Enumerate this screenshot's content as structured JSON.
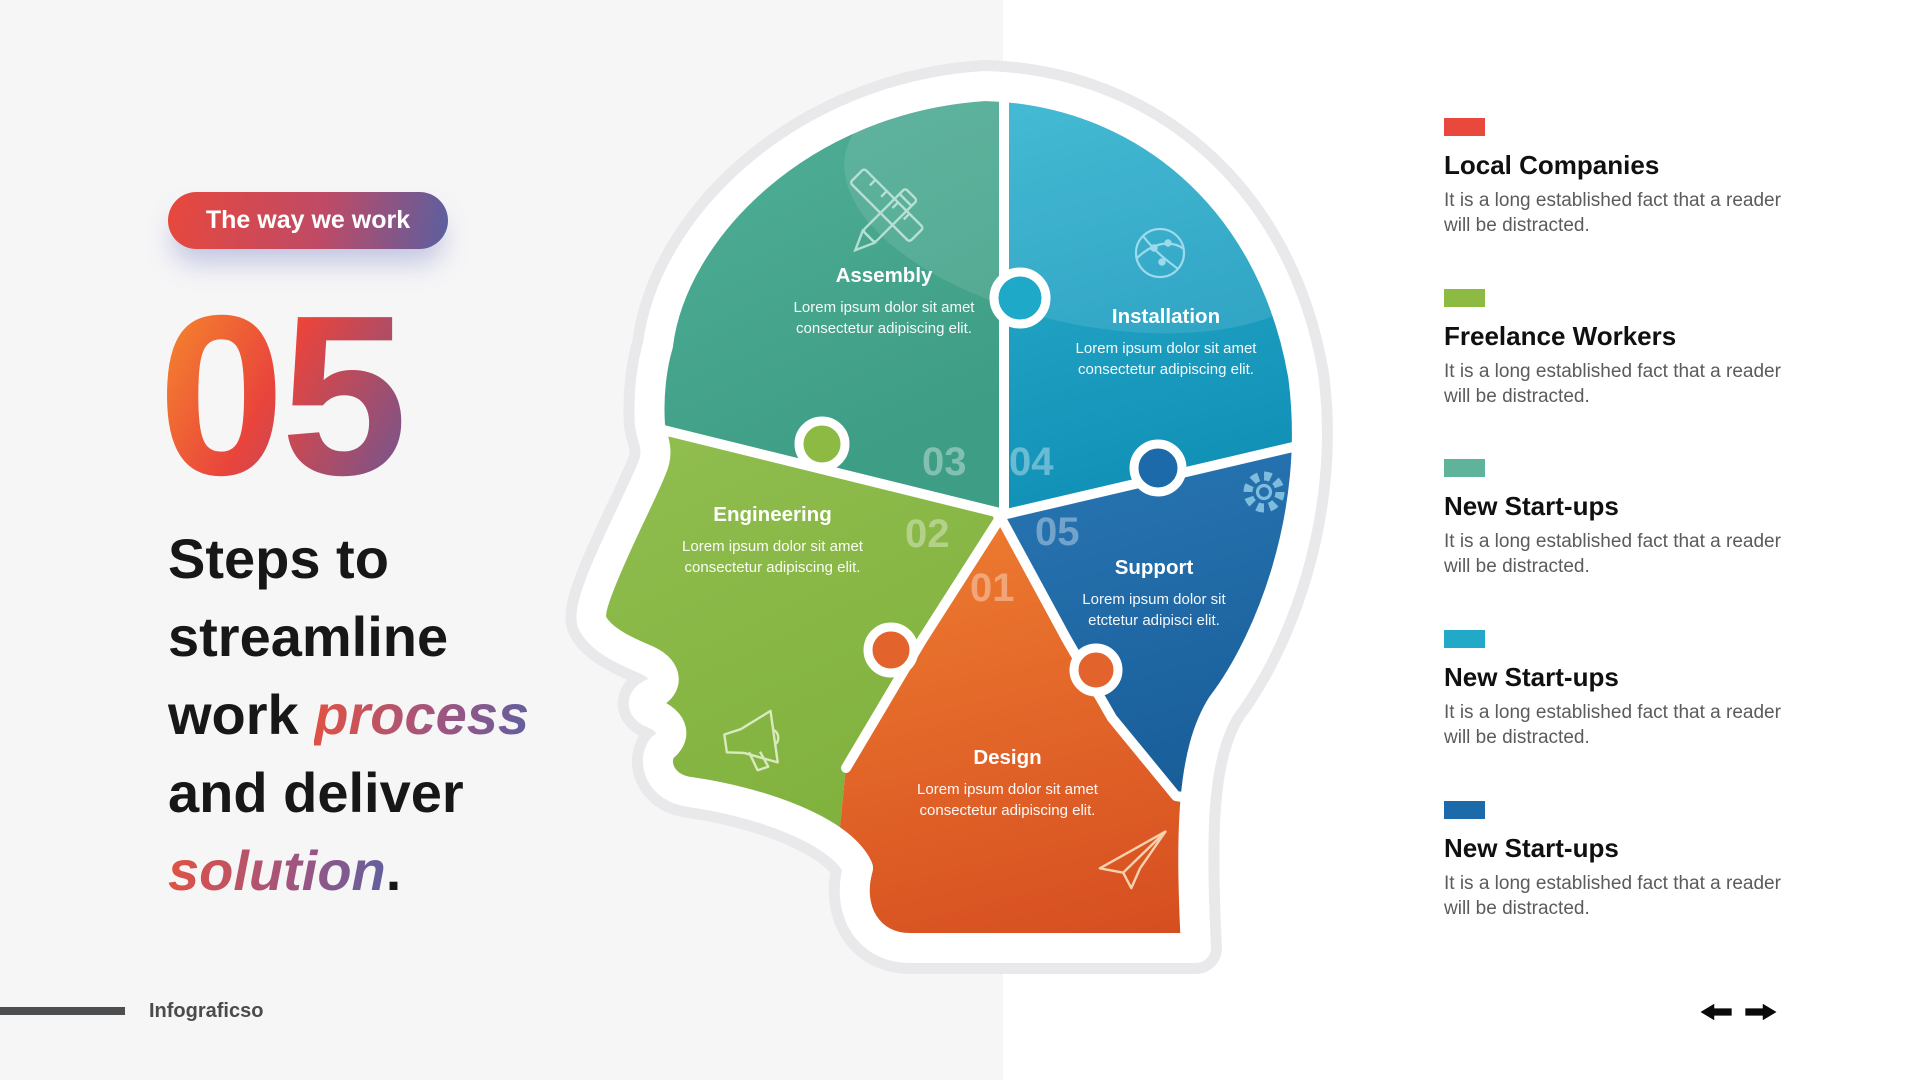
{
  "badge": {
    "label": "The way we work"
  },
  "intro": {
    "big_number": "05",
    "headline": {
      "l1": "Steps to",
      "l2": "streamline",
      "l3a": "work ",
      "l3b": "process",
      "l4": "and deliver",
      "l5a": "solution",
      "l5b": "."
    },
    "accent_gradient": [
      "#e45140",
      "#5f5fa0"
    ]
  },
  "puzzle": {
    "shape": "human-head-profile",
    "steps": [
      {
        "number": "01",
        "title": "Design",
        "body": "Lorem ipsum dolor sit amet consectetur adipiscing elit.",
        "color": "#e2632b",
        "icon": "paper-plane-icon"
      },
      {
        "number": "02",
        "title": "Engineering",
        "body": "Lorem ipsum dolor sit amet consectetur adipiscing elit.",
        "color": "#8cba43",
        "icon": "megaphone-icon"
      },
      {
        "number": "03",
        "title": "Assembly",
        "body": "Lorem ipsum dolor sit amet consectetur adipiscing elit.",
        "color": "#4aab92",
        "icon": "pencil-ruler-icon"
      },
      {
        "number": "04",
        "title": "Installation",
        "body": "Lorem ipsum dolor sit amet consectetur adipiscing elit.",
        "color": "#1fa9c9",
        "icon": "globe-network-icon"
      },
      {
        "number": "05",
        "title": "Support",
        "body": "Lorem ipsum dolor sit etctetur adipisci elit.",
        "color": "#1c6aaa",
        "icon": "gear-icon"
      }
    ]
  },
  "legend": {
    "items": [
      {
        "color": "#e8493c",
        "title": "Local Companies",
        "description": "It is a long established fact that a reader will be distracted."
      },
      {
        "color": "#8cba43",
        "title": "Freelance Workers",
        "description": "It is a long established fact that a reader will be distracted."
      },
      {
        "color": "#5fb39a",
        "title": "New Start-ups",
        "description": "It is a long established fact that a reader will be distracted."
      },
      {
        "color": "#21a9c7",
        "title": "New Start-ups",
        "description": "It is a long established fact that a reader will be distracted."
      },
      {
        "color": "#1c6aaa",
        "title": "New Start-ups",
        "description": "It is a long established fact that a reader will be distracted."
      }
    ]
  },
  "footer": {
    "brand": "Infograficso",
    "nav_icons": [
      "arrow-left",
      "arrow-right"
    ]
  }
}
